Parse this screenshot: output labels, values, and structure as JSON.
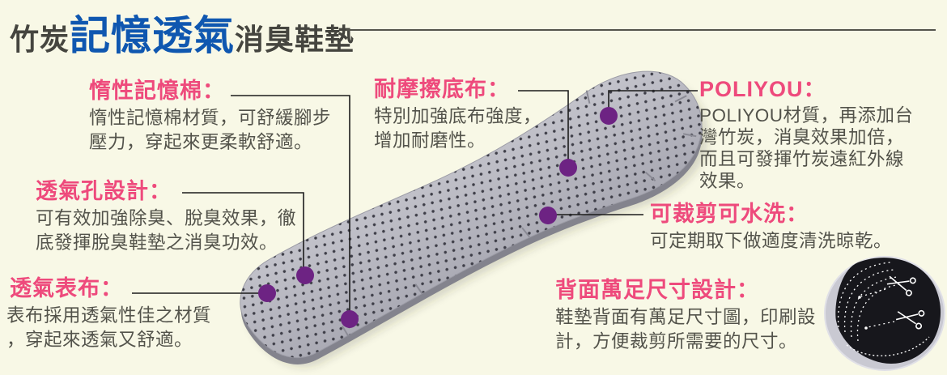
{
  "title": {
    "part1": "竹炭",
    "highlight": "記憶透氣",
    "part2": "消臭鞋墊"
  },
  "colors": {
    "background": "#f8f8e6",
    "accent_pink": "#ee4a7c",
    "accent_blue": "#0f57b0",
    "title_text": "#45453f",
    "body_text": "#53534b",
    "connector": "#1c1c1c",
    "marker_purple": "#6d2383",
    "insole_gray": "#b6b6be",
    "insole_side": "#83838d",
    "badge_gray": "#c9c9d2",
    "badge_black": "#17171c"
  },
  "callouts": [
    {
      "id": "memory-foam",
      "heading": "惰性記憶棉：",
      "body": "惰性記憶棉材質，可舒緩腳步\n壓力，穿起來更柔軟舒適。"
    },
    {
      "id": "abrasion-bottom-fabric",
      "heading": "耐摩擦底布：",
      "body": "特別加強底布強度，\n增加耐磨性。"
    },
    {
      "id": "poliyou",
      "heading": "POLIYOU：",
      "body": "POLIYOU材質，再添加台\n灣竹炭，消臭效果加倍，\n而且可發揮竹炭遠紅外線\n效果。"
    },
    {
      "id": "vent-holes",
      "heading": "透氣孔設計：",
      "body": "可有效加強除臭、脫臭效果，徹\n底發揮脫臭鞋墊之消臭功效。"
    },
    {
      "id": "cut-washable",
      "heading": "可裁剪可水洗：",
      "body": "可定期取下做適度清洗晾乾。"
    },
    {
      "id": "breathable-top-fabric",
      "heading": "透氣表布：",
      "body": "表布採用透氣性佳之材質\n，穿起來透氣又舒適。"
    },
    {
      "id": "back-size-print",
      "heading": "背面萬足尺寸設計：",
      "body": "鞋墊背面有萬足尺寸圖，印刷設\n計，方便裁剪所需要的尺寸。"
    }
  ]
}
